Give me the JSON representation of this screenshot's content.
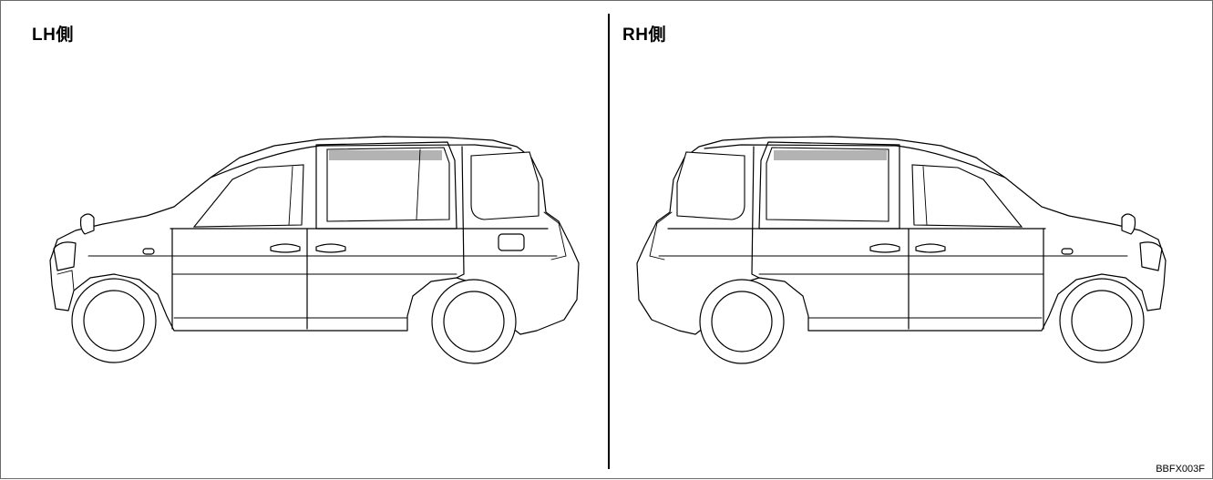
{
  "labels": {
    "left_side": "LH側",
    "right_side": "RH側",
    "figure_code": "BBFX003F"
  },
  "colors": {
    "highlight_strip": "#b3b3b3",
    "line": "#000000",
    "background": "#ffffff"
  }
}
